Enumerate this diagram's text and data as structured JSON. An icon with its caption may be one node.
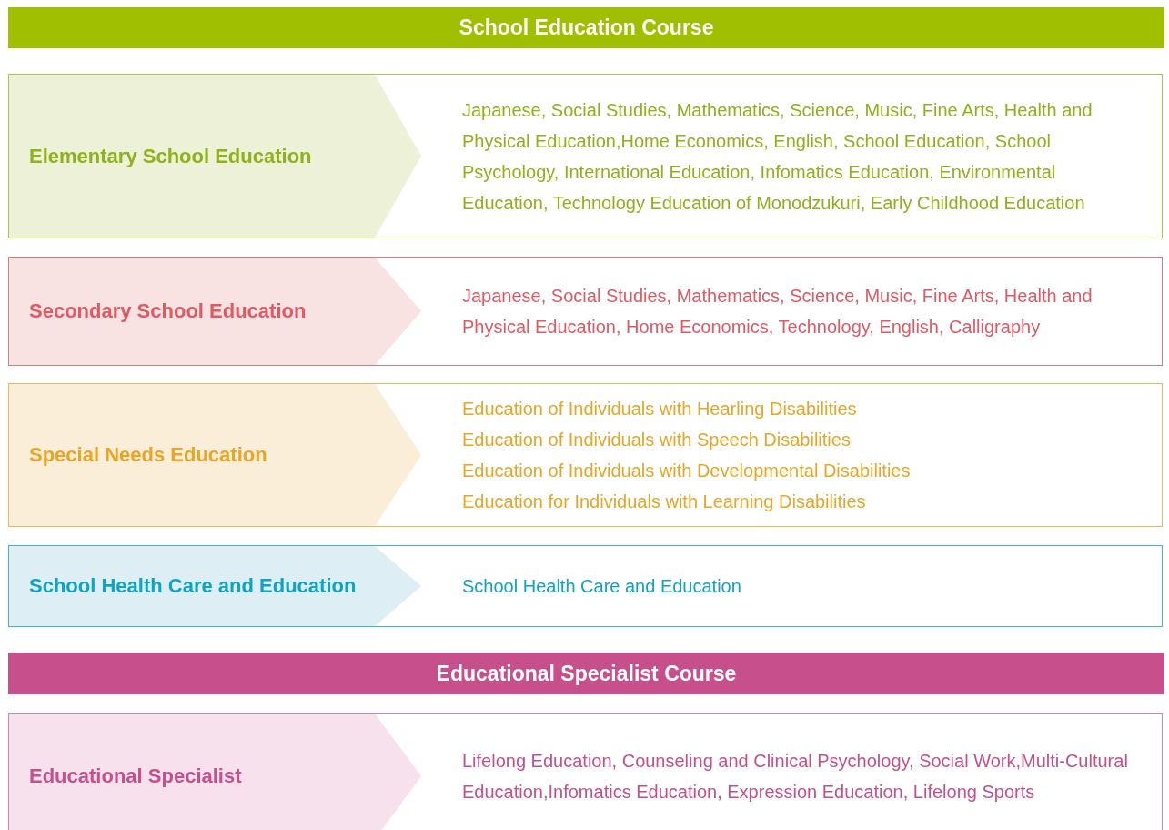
{
  "diagram": {
    "nodes": [
      {
        "text": [
          "School Education Course"
        ]
      },
      {
        "text": [
          "Elementary School Education",
          "Japanese, Social Studies, Mathematics, Science, Music, Fine Arts, Health and Physical Education,Home Economics, English, School Education, School Psychology, International Education, Infomatics Education, Environmental Education, Technology Education of Monodzukuri, Early Childhood Education"
        ]
      },
      {
        "text": [
          "Secondary School Education",
          "Japanese, Social Studies, Mathematics, Science, Music, Fine Arts, Health and Physical Education, Home Economics, Technology, English, Calligraphy"
        ]
      },
      {
        "text": [
          "Special Needs Education",
          "Education of Individuals with Hearling Disabilities",
          "Education of Individuals with Speech Disabilities",
          "Education of Individuals with Developmental Disabilities",
          "Education for Individuals with Learning Disabilities"
        ]
      },
      {
        "text": [
          "School Health Care and Education",
          "School Health Care and Education"
        ]
      },
      {
        "text": [
          "Educational Specialist Course"
        ]
      },
      {
        "text": [
          "Educational Specialist",
          "Lifelong Education, Counseling and Clinical Psychology, Social Work,Multi-Cultural Education,Infomatics Education, Expression Education, Lifelong Sports"
        ]
      }
    ]
  }
}
